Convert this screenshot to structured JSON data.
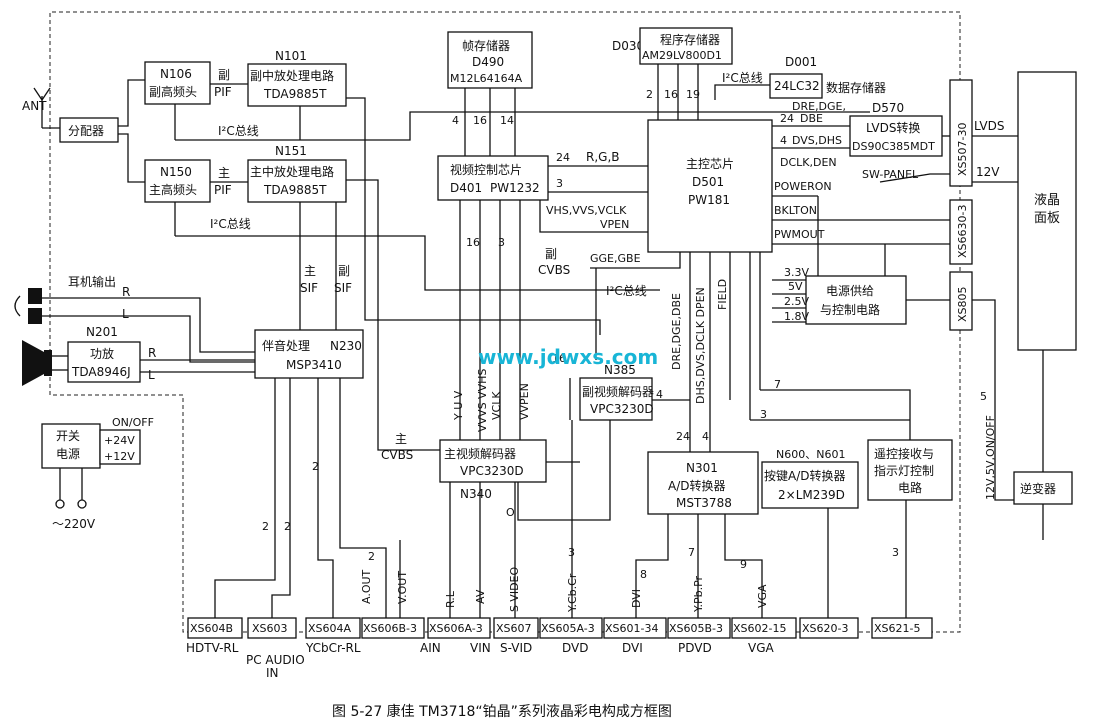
{
  "caption": "图 5-27   康佳 TM3718“铂晶”系列液晶彩电构成方框图",
  "watermark": "www.jdwxs.com",
  "antenna": {
    "label": "ANT",
    "splitter": "分配器"
  },
  "tuner_sub": {
    "code": "N106",
    "name": "副高频头"
  },
  "tuner_main": {
    "code": "N150",
    "name": "主高频头"
  },
  "if_sub": {
    "code": "N101",
    "name": "副中放处理电路",
    "part": "TDA9885T"
  },
  "if_main": {
    "code": "N151",
    "name": "主中放处理电路",
    "part": "TDA9885T"
  },
  "pif_sub": [
    "副",
    "PIF"
  ],
  "pif_main": [
    "主",
    "PIF"
  ],
  "i2c": "I²C总线",
  "frame_mem": {
    "name": "帧存储器",
    "code": "D490",
    "part": "M12L64164A"
  },
  "prog_mem": {
    "code": "D030",
    "name": "程序存储器",
    "part": "AM29LV800D1"
  },
  "data_mem": {
    "code": "D001",
    "part": "24LC32",
    "name": "数据存储器"
  },
  "video_ctrl": {
    "name": "视频控制芯片",
    "code": "D401",
    "part": "PW1232"
  },
  "main_chip": {
    "name": "主控芯片",
    "code": "D501",
    "part": "PW181"
  },
  "lvds": {
    "code": "D570",
    "name": "LVDS转换",
    "part": "DS90C385MDT"
  },
  "panel": "液晶\n面板",
  "inverter": "逆变器",
  "power_ctrl": {
    "name1": "电源供给",
    "name2": "与控制电路"
  },
  "audio": {
    "code": "N230",
    "name": "伴音处理",
    "part": "MSP3410"
  },
  "amp": {
    "code": "N201",
    "name": "功放",
    "part": "TDA8946J"
  },
  "headphone": "耳机输出",
  "switch_psu": {
    "name1": "开关",
    "name2": "电源",
    "onoff": "ON/OFF",
    "v24": "+24V",
    "v12": "+12V",
    "ac": "～220V"
  },
  "main_decoder": {
    "name": "主视频解码器",
    "part": "VPC3230D",
    "code": "N340"
  },
  "sub_decoder": {
    "name": "副视频解码器",
    "part": "VPC3230D",
    "code": "N385"
  },
  "adc": {
    "code": "N301",
    "name": "A/D转换器",
    "part": "MST3788"
  },
  "key_adc": {
    "code": "N600、N601",
    "name": "按键A/D转换器",
    "part": "2×LM239D"
  },
  "remote": {
    "name1": "遥控接收与",
    "name2": "指示灯控制",
    "name3": "电路"
  },
  "signals": {
    "rgb": "R,G,B",
    "n24a": "24",
    "n3a": "3",
    "n24b": "24",
    "n4a": "4",
    "vhs": "VHS,VVS,VCLK",
    "vpen": "VPEN",
    "n16": "16",
    "n3b": "3",
    "sub_cvbs": [
      "副",
      "CVBS"
    ],
    "gge": "GGE,GBE",
    "dre": "DRE,DGE,DBE",
    "dhs": "DHS,DVS,DCLK DPEN",
    "field": "FIELD",
    "dre_top": "DRE,DGE,",
    "dbe": "DBE",
    "dvs": "DVS,DHS",
    "dclk": "DCLK,DEN",
    "poweron": "POWERON",
    "bklton": "BKLTON",
    "pwmout": "PWMOUT",
    "swpanel": "SW-PANEL",
    "v33": "3.3V",
    "v5": "5V",
    "v25": "2.5V",
    "v18": "1.8V",
    "lvds": "LVDS",
    "v12": "12V",
    "inv_bus": "12V,5V,ON/OFF",
    "n5": "5",
    "n2a": "2",
    "n16a": "16",
    "n19": "19",
    "n4b": "4",
    "n16b": "16",
    "n14": "14",
    "i2c_top": "I²C总线",
    "main_sif": [
      "主",
      "SIF"
    ],
    "sub_sif": [
      "副",
      "SIF"
    ],
    "main_cvbs": [
      "主",
      "CVBS"
    ],
    "yuv": "Y U V",
    "vvvs": "VVVS VVHS",
    "vclk": "VCLK",
    "vvpen": "VVPEN",
    "n16c": "16",
    "n4c": "4",
    "n24c": "24",
    "n4d": "4",
    "n7": "7",
    "n3c": "3",
    "n2b": "2",
    "n2c": "2",
    "n2d": "2",
    "n2e": "2",
    "aout": "A.OUT",
    "vout": "V.OUT",
    "rl": "R.L",
    "av": "AV",
    "svideo": "S-VIDEO",
    "ycbcr": "Y.Cb.Cr",
    "dvi": "DVI",
    "ypbpr": "Y.Pb.Pr",
    "vga": "VGA",
    "n8": "8",
    "n7b": "7",
    "n9": "9",
    "n3d": "3",
    "n3e": "3",
    "o": "O",
    "r": "R",
    "l": "L",
    "r2": "R",
    "l2": "L"
  },
  "connectors": [
    "XS604B",
    "XS603",
    "XS604A",
    "XS606B-3",
    "XS606A-3",
    "XS607",
    "XS605A-3",
    "XS601-34",
    "XS605B-3",
    "XS602-15",
    "XS620-3",
    "XS621-5"
  ],
  "conn_labels": [
    "HDTV-RL",
    "PC AUDIO",
    "IN",
    "YCbCr-RL",
    "AIN",
    "VIN",
    "S-VID",
    "DVD",
    "DVI",
    "PDVD",
    "VGA"
  ],
  "side_conns": [
    "XS507-30",
    "XS6630-3",
    "XS805"
  ]
}
